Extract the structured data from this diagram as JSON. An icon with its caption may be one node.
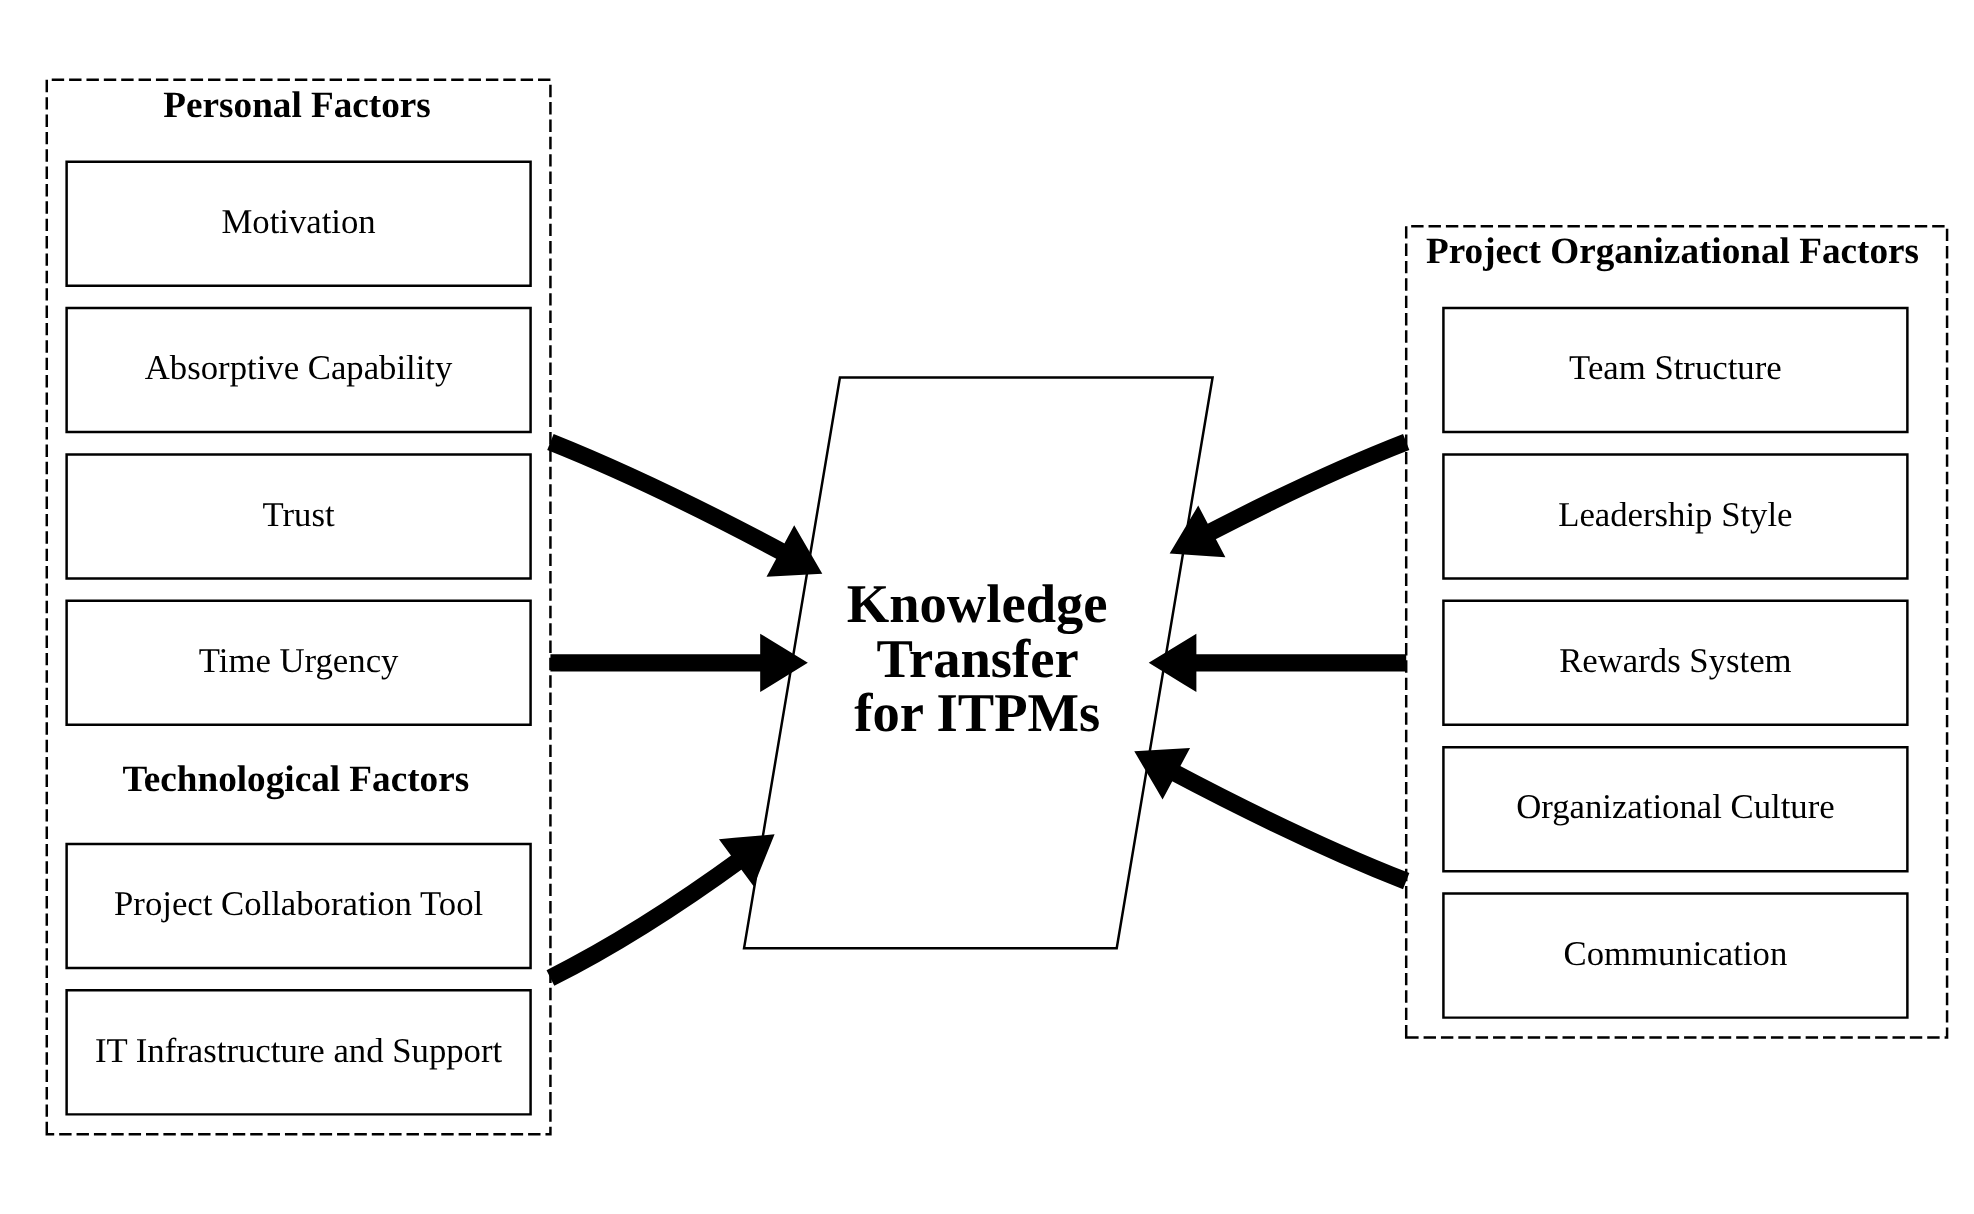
{
  "diagram": {
    "nodes": [
      {
        "text": [
          "Personal Factors"
        ]
      },
      {
        "text": [
          "Motivation"
        ],
        "in": 0
      },
      {
        "text": [
          "Absorptive Capability"
        ],
        "in": 0
      },
      {
        "text": [
          "Trust"
        ],
        "in": 0
      },
      {
        "text": [
          "Time Urgency"
        ],
        "in": 0
      },
      {
        "text": [
          "Project Collaboration Tool"
        ],
        "in": 0
      },
      {
        "text": [
          "IT Infrastructure and Support"
        ],
        "in": 0
      },
      {
        "text": [
          "Knowledge Transfer for ITPMs"
        ]
      },
      {
        "text": [
          "Project Organizational Factors"
        ]
      },
      {
        "text": [
          "Team Structure"
        ],
        "in": 8
      },
      {
        "text": [
          "Leadership Style"
        ],
        "in": 8
      },
      {
        "text": [
          "Rewards System"
        ],
        "in": 8
      },
      {
        "text": [
          "Organizational Culture"
        ],
        "in": 8
      },
      {
        "text": [
          "Communication"
        ],
        "in": 8
      }
    ],
    "edges": [
      {
        "from": 0,
        "to": 7,
        "arrow": "to"
      },
      {
        "from": 0,
        "to": 7,
        "arrow": "to"
      },
      {
        "from": 0,
        "to": 7,
        "arrow": "to"
      },
      {
        "from": 8,
        "to": 7,
        "arrow": "to"
      },
      {
        "from": 8,
        "to": 7,
        "arrow": "to"
      },
      {
        "from": 8,
        "to": 7,
        "arrow": "to"
      }
    ],
    "labels": [
      "Technological Factors"
    ]
  }
}
